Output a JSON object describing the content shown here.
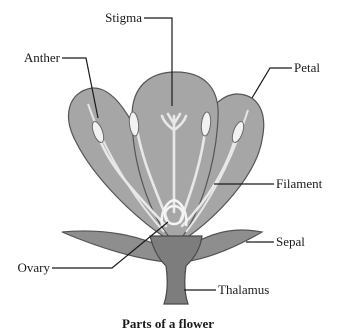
{
  "labels": {
    "stigma": "Stigma",
    "anther": "Anther",
    "petal": "Petal",
    "filament": "Filament",
    "sepal": "Sepal",
    "ovary": "Ovary",
    "thalamus": "Thalamus"
  },
  "caption": "Parts of a flower"
}
